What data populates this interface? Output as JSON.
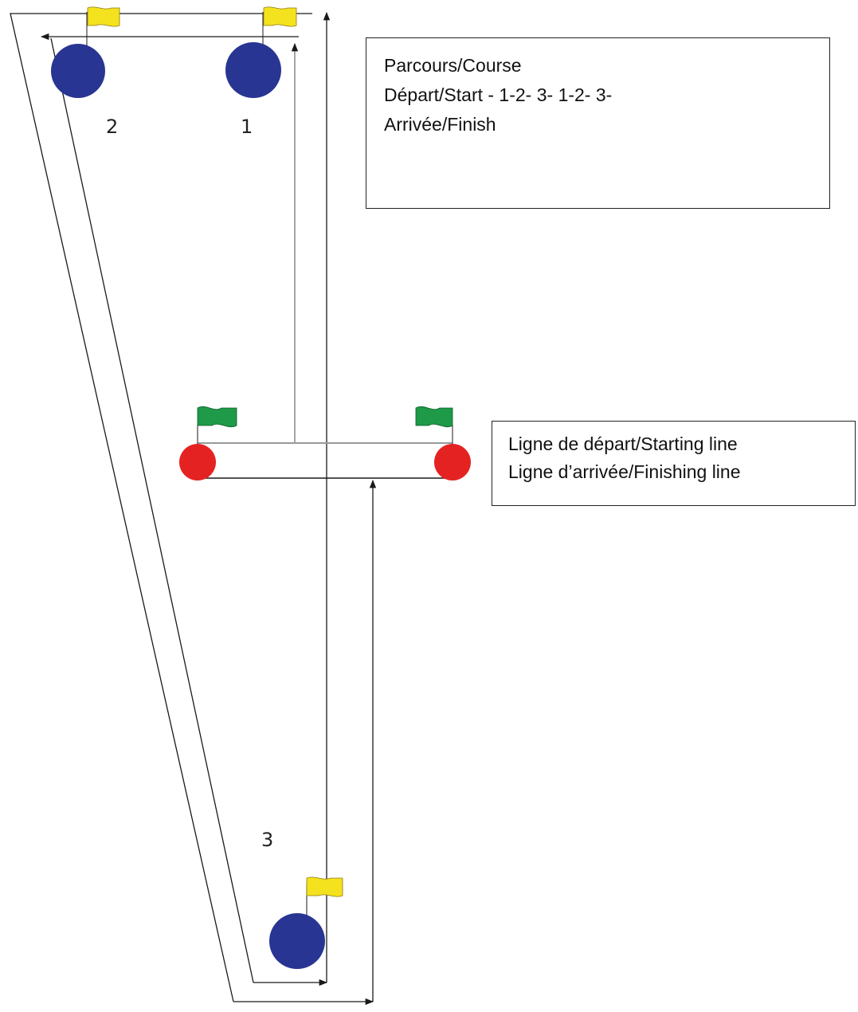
{
  "course_box": {
    "line1": "Parcours/Course",
    "line2": "Départ/Start -  1-2- 3- 1-2- 3-",
    "line3": "Arrivée/Finish"
  },
  "line_box": {
    "line1": "Ligne de départ/Starting line",
    "line2": "Ligne d’arrivée/Finishing line"
  },
  "marks": {
    "mark1": "1",
    "mark2": "2",
    "mark3": "3"
  },
  "colors": {
    "mark_buoy": "#283593",
    "line_buoy": "#e52222",
    "mark_flag": "#f5e21e",
    "line_flag": "#1e9a48",
    "course_line": "#1a1a1a",
    "start_line": "#999999"
  }
}
